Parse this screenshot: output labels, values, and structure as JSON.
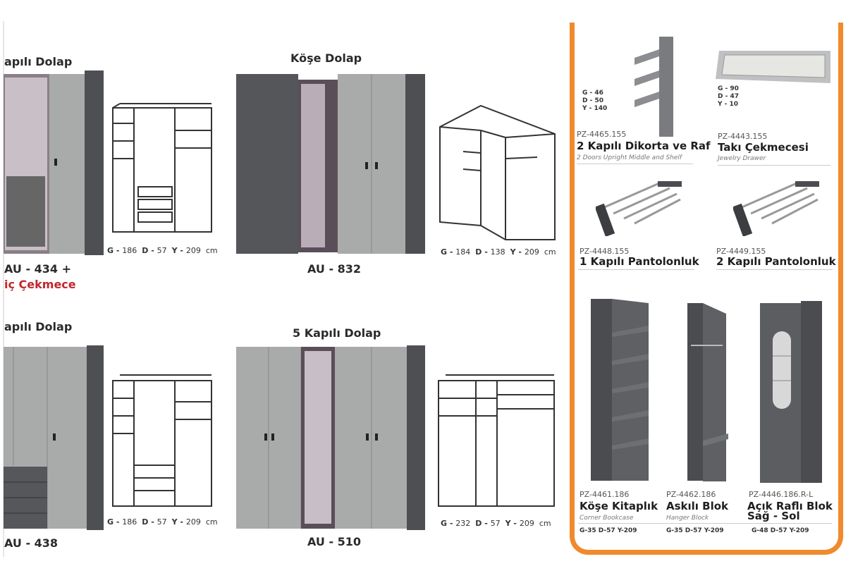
{
  "products": [
    {
      "title": "apılı Dolap",
      "code": "AU - 434 +",
      "extra": "iç Çekmece",
      "dims": {
        "g": "186",
        "d": "57",
        "y": "209",
        "unit": "cm"
      }
    },
    {
      "title": "Köşe Dolap",
      "code": "AU - 832",
      "dims": {
        "g": "184",
        "d": "138",
        "y": "209",
        "unit": "cm"
      }
    },
    {
      "title": "apılı Dolap",
      "code": "AU - 438",
      "dims": {
        "g": "186",
        "d": "57",
        "y": "209",
        "unit": "cm"
      }
    },
    {
      "title": "5 Kapılı Dolap",
      "code": "AU - 510",
      "dims": {
        "g": "232",
        "d": "57",
        "y": "209",
        "unit": "cm"
      }
    }
  ],
  "accessories": [
    {
      "code": "PZ-4465.155",
      "name": "2 Kapılı Dikorta ve Raf",
      "en": "2 Doors Upright Middle and Shelf",
      "dims": [
        "G - 46",
        "D - 50",
        "Y - 140"
      ]
    },
    {
      "code": "PZ-4443.155",
      "name": "Takı Çekmecesi",
      "en": "Jewelry Drawer",
      "dims": [
        "G - 90",
        "D - 47",
        "Y - 10"
      ]
    },
    {
      "code": "PZ-4448.155",
      "name": "1 Kapılı Pantolonluk"
    },
    {
      "code": "PZ-4449.155",
      "name": "2 Kapılı Pantolonluk"
    },
    {
      "code": "PZ-4461.186",
      "name": "Köşe Kitaplık",
      "en": "Corner Bookcase",
      "dims": "G-35  D-57  Y-209"
    },
    {
      "code": "PZ-4462.186",
      "name": "Askılı Blok",
      "en": "Hanger Block",
      "dims": "G-35  D-57  Y-209"
    },
    {
      "code": "PZ-4446.186.R-L",
      "name": "Açık Raflı Blok",
      "name2": "Sağ - Sol",
      "dims": "G-48  D-57  Y-209"
    }
  ],
  "labels": {
    "g": "G - ",
    "d": "D - ",
    "y": "Y - "
  },
  "colors": {
    "accent": "#f08a2c",
    "red": "#c0272d",
    "door": "#a9abaa",
    "carcass": "#4d4f52"
  }
}
